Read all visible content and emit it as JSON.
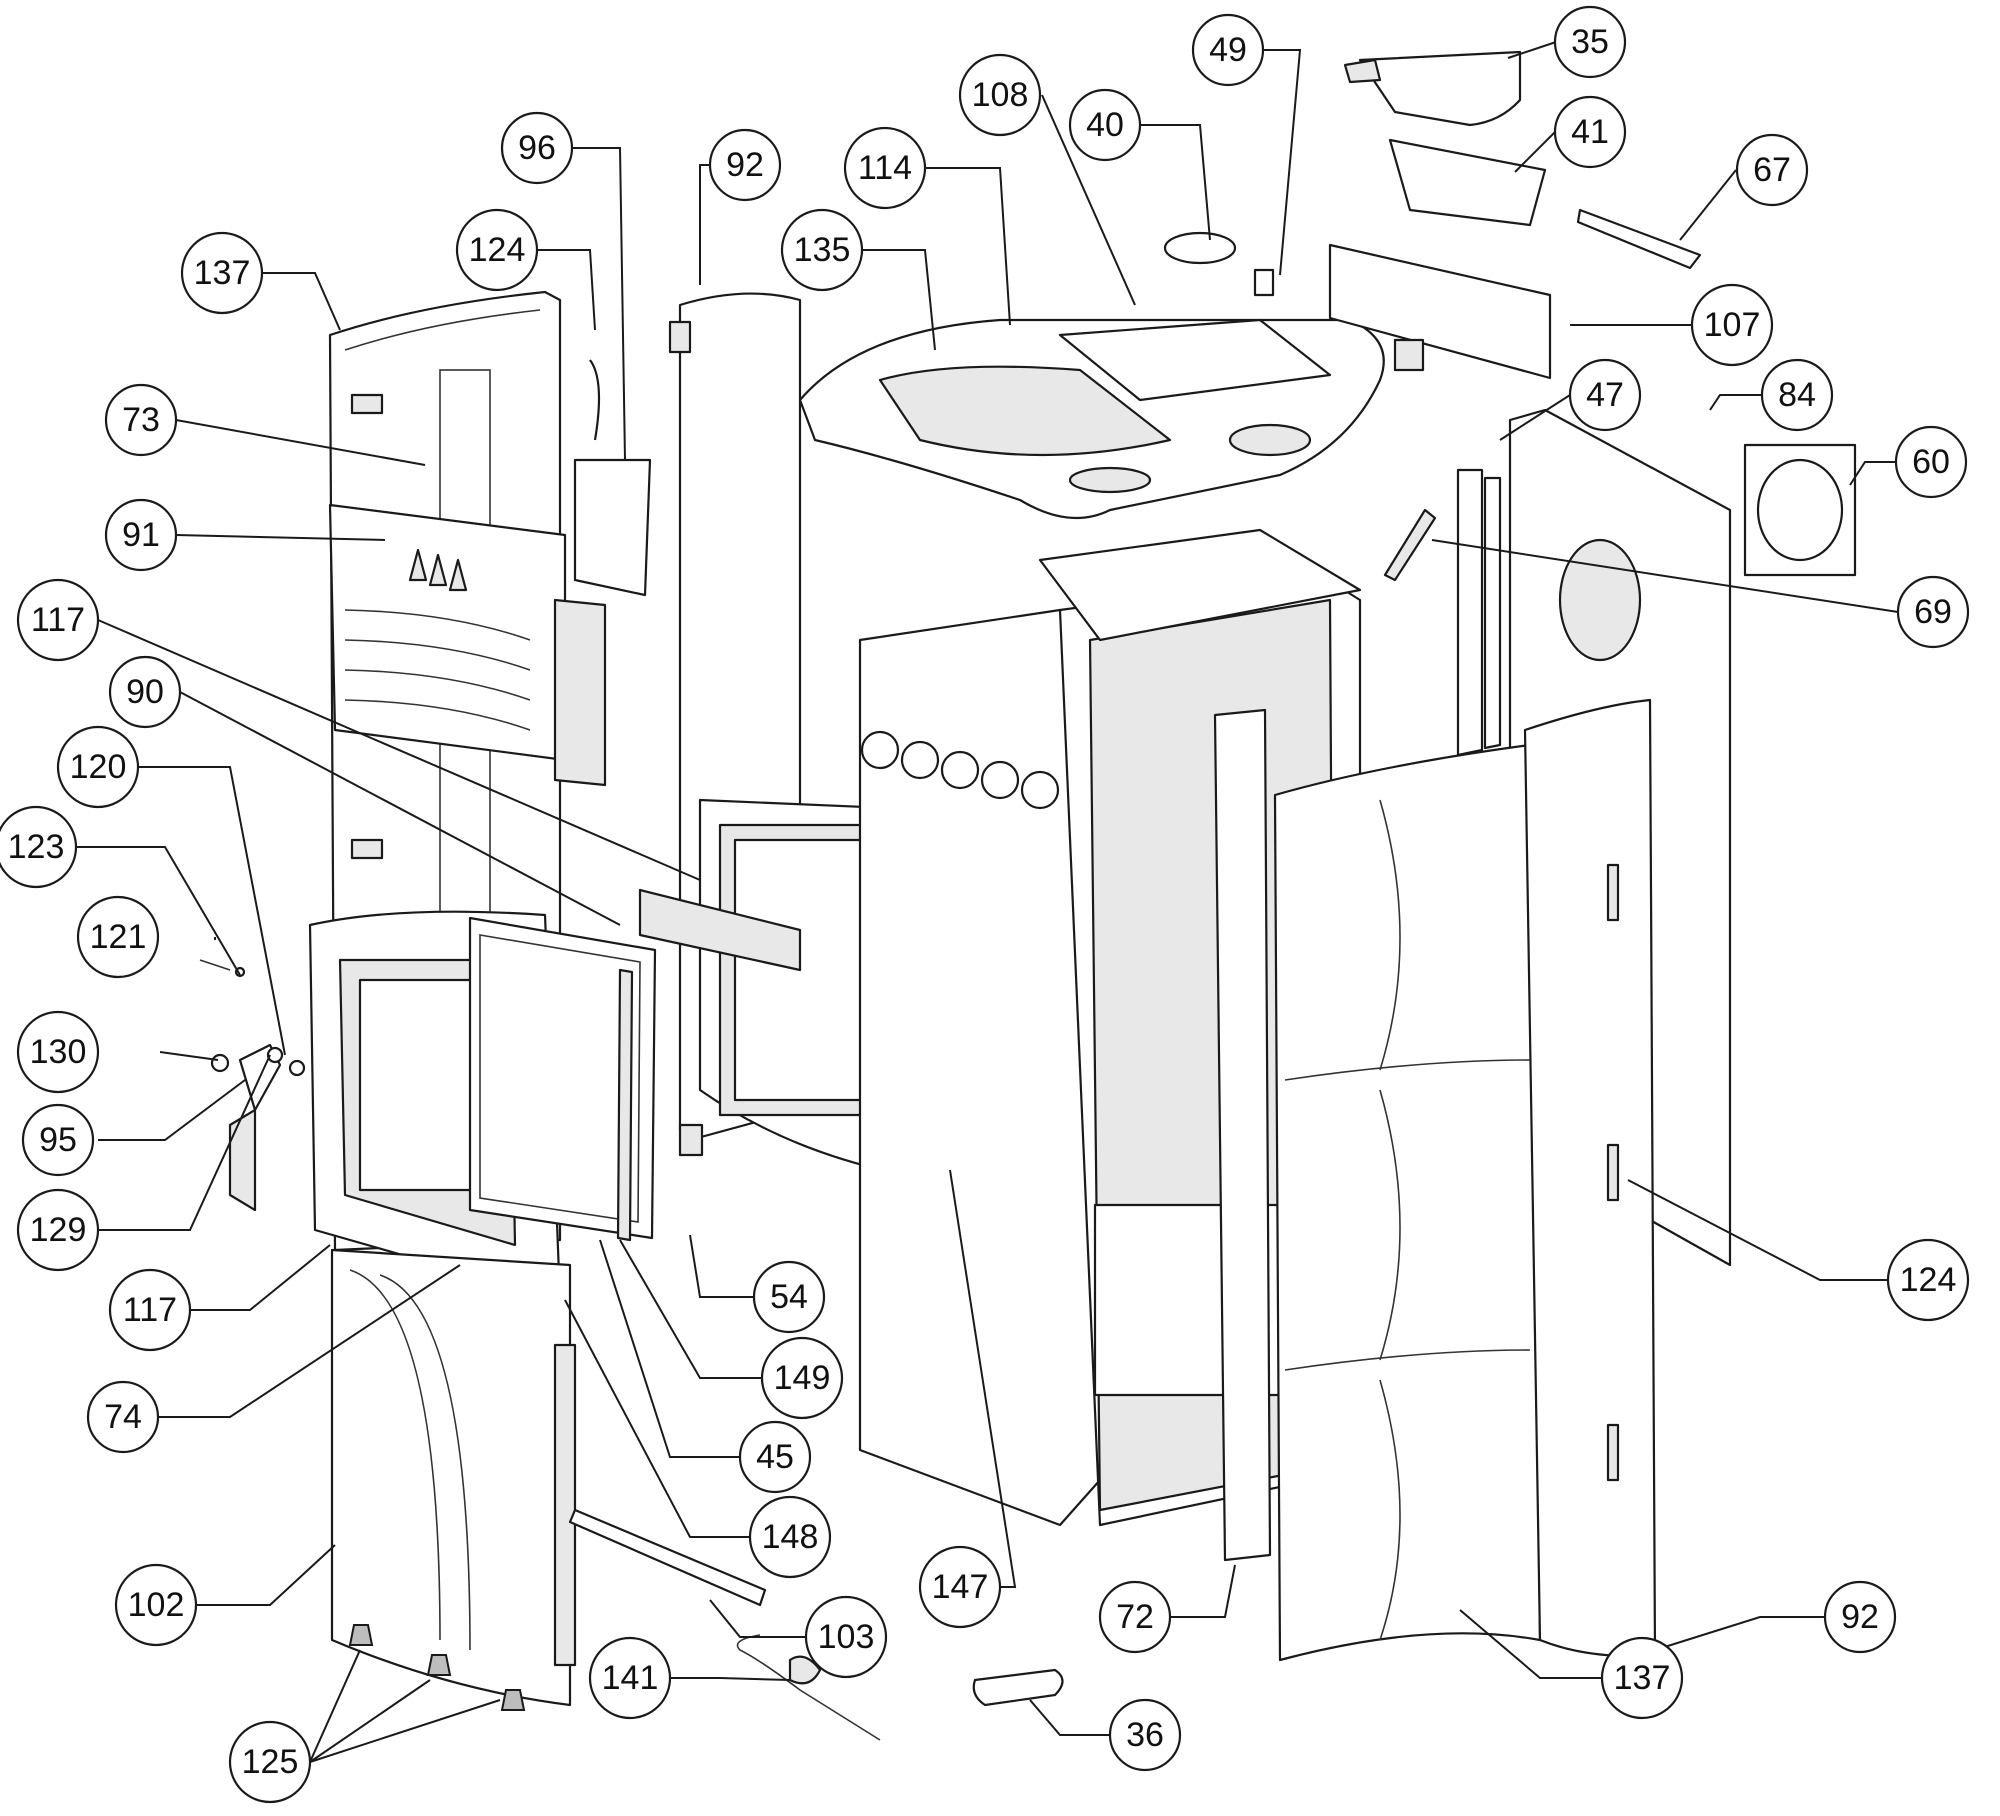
{
  "callouts": [
    {
      "id": "35",
      "label": "35"
    },
    {
      "id": "49",
      "label": "49"
    },
    {
      "id": "40",
      "label": "40"
    },
    {
      "id": "41",
      "label": "41"
    },
    {
      "id": "108",
      "label": "108"
    },
    {
      "id": "67",
      "label": "67"
    },
    {
      "id": "96",
      "label": "96"
    },
    {
      "id": "92a",
      "label": "92"
    },
    {
      "id": "114",
      "label": "114"
    },
    {
      "id": "135",
      "label": "135"
    },
    {
      "id": "137a",
      "label": "137"
    },
    {
      "id": "124a",
      "label": "124"
    },
    {
      "id": "107",
      "label": "107"
    },
    {
      "id": "47",
      "label": "47"
    },
    {
      "id": "84",
      "label": "84"
    },
    {
      "id": "60",
      "label": "60"
    },
    {
      "id": "73",
      "label": "73"
    },
    {
      "id": "91",
      "label": "91"
    },
    {
      "id": "69",
      "label": "69"
    },
    {
      "id": "117a",
      "label": "117"
    },
    {
      "id": "90",
      "label": "90"
    },
    {
      "id": "120",
      "label": "120"
    },
    {
      "id": "123",
      "label": "123"
    },
    {
      "id": "121",
      "label": "121"
    },
    {
      "id": "130",
      "label": "130"
    },
    {
      "id": "95",
      "label": "95"
    },
    {
      "id": "129",
      "label": "129"
    },
    {
      "id": "124b",
      "label": "124"
    },
    {
      "id": "117b",
      "label": "117"
    },
    {
      "id": "54",
      "label": "54"
    },
    {
      "id": "149",
      "label": "149"
    },
    {
      "id": "74",
      "label": "74"
    },
    {
      "id": "45",
      "label": "45"
    },
    {
      "id": "148",
      "label": "148"
    },
    {
      "id": "102",
      "label": "102"
    },
    {
      "id": "147",
      "label": "147"
    },
    {
      "id": "72",
      "label": "72"
    },
    {
      "id": "92b",
      "label": "92"
    },
    {
      "id": "103",
      "label": "103"
    },
    {
      "id": "137b",
      "label": "137"
    },
    {
      "id": "36",
      "label": "36"
    },
    {
      "id": "141",
      "label": "141"
    },
    {
      "id": "125",
      "label": "125"
    }
  ]
}
